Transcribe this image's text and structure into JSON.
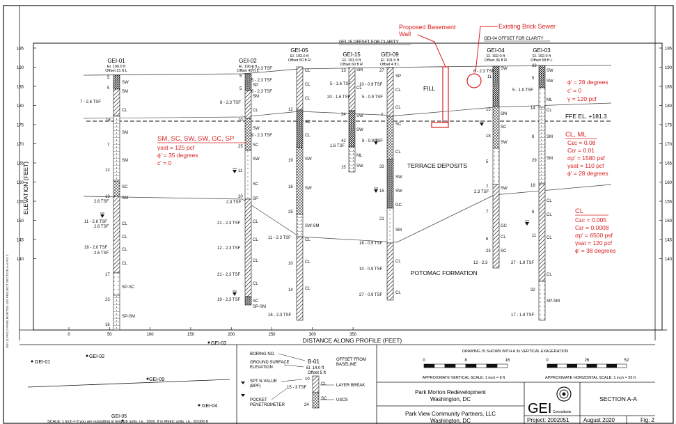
{
  "axes": {
    "ylabel": "ELEVATION (FEET)",
    "xlabel": "DISTANCE ALONG PROFILE (FEET)",
    "y_ticks": [
      "195",
      "190",
      "185",
      "180",
      "175",
      "170",
      "165",
      "160",
      "155",
      "150",
      "145",
      "140"
    ],
    "x_ticks": [
      "0",
      "50",
      "100",
      "150",
      "200",
      "250",
      "300",
      "350"
    ]
  },
  "top_note": "GEI-15 OFFSET FOR CLARITY",
  "top_note_2": "GEI-04 OFFSET FOR CLARITY",
  "annotations": {
    "basement": "Proposed Basement",
    "basement2": "Wall",
    "sewer": "Existing Brick Sewer",
    "fill": "FILL",
    "terrace": "TERRACE DEPOSITS",
    "potomac": "POTOMAC FORMATION",
    "ffe": "FFE EL. +181.3"
  },
  "borings": [
    {
      "id": "GEI-01",
      "el": "El. 190.0 ft",
      "off": "Offset  31 ft L"
    },
    {
      "id": "GEI-02",
      "el": "El. 190.0 ft",
      "off": "Offset  40 ft L"
    },
    {
      "id": "GEI-05",
      "el": "El. 192.0 ft",
      "off": "Offset 50 ft R"
    },
    {
      "id": "GEI-15",
      "el": "El. 191.0 ft",
      "off": "Offset 60 ft R"
    },
    {
      "id": "GEI-09",
      "el": "El. 191.0 ft",
      "off": "Offset  4 ft L"
    },
    {
      "id": "GEI-04",
      "el": "El. 192.0 ft",
      "off": "Offset 36 ft R"
    },
    {
      "id": "GEI-03",
      "el": "El. 192.0 ft",
      "off": "Offset  58 ft L"
    }
  ],
  "props": {
    "sand_title": "SM, SC, SW, SW, GC, SP",
    "sand_1": "γsat = 125 pcf",
    "sand_2": "ϕ' = 35 degrees",
    "sand_3": "c' = 0",
    "fill_1": "ϕ' = 28 degrees",
    "fill_2": "c' = 0",
    "fill_3": "γ = 120 pcf",
    "clml_title": "CL, ML",
    "clml_1": "Cεc = 0.08",
    "clml_2": "Cεr = 0.01",
    "clml_3": "σp' = 1580 psf",
    "clml_4": "γsat = 110 pcf",
    "clml_5": "ϕ' = 28 degrees",
    "cl_title": "CL",
    "cl_1": "Cεc = 0.005",
    "cl_2": "Cεr = 0.0008",
    "cl_3": "σp' = 6500 psf",
    "cl_4": "γsat = 120 pcf",
    "cl_5": "ϕ' = 38 degrees"
  },
  "legend": {
    "boring_no": "BORING NO.",
    "ground1": "GROUND SURFACE",
    "ground2": "ELEVATION",
    "offset1": "OFFSET FROM",
    "offset2": "BASELINE",
    "spt1": "SPT N-VALUE",
    "spt2": "(BPF)",
    "pocket1": "POCKET",
    "pocket2": "PENETROMETER",
    "layer_break": "LAYER BREAK",
    "uscs": "USCS",
    "sample_id": "B-01",
    "sample_el": "El. 14.0 ft",
    "sample_off": "Offset  5 ft",
    "sample_n1": "10",
    "sample_tsf": "15 - 3 TSF",
    "sample_n2": "24",
    "sample_cl": "CL",
    "sample_sc": "SC"
  },
  "scales": {
    "exag": "DRAWING IS SHOWN WITH A 3x VERTICAL EXAGERATION",
    "vert_ticks": [
      "0",
      "8",
      "16"
    ],
    "horiz_ticks": [
      "0",
      "26",
      "52"
    ],
    "vert": "APPROXIMATE VERTICAL SCALE: 1 inch = 8 ft",
    "horiz": "APPROXIMATE HORIZONTAL SCALE: 1 inch = 26 ft"
  },
  "keymap": {
    "gei01": "GEI-01",
    "gei02": "GEI-02",
    "gei03": "GEI-03",
    "gei09": "GEI-09",
    "gei04": "GEI-04",
    "gei05": "GEI-05",
    "scale_note": "SCALE: 1 inch = if you are outputting in English units, i.e., 2000. If in Metric units, i.e., 20,000 ft"
  },
  "title_block": {
    "project1": "Park Morton Redevelopment",
    "project2": "Washington, DC",
    "client1": "Park View Community Partners, LLC",
    "client2": "Washington, DC",
    "logo": "GEI",
    "logo_sub": "Consultants",
    "section": "SECTION A-A",
    "project_no": "Project: 2002051",
    "date": "August 2020",
    "fig": "Fig. 2"
  },
  "side_text": "GEI-11 PROJ PARK MORTON GEI PROJECT SECTION A-A FIG 2"
}
